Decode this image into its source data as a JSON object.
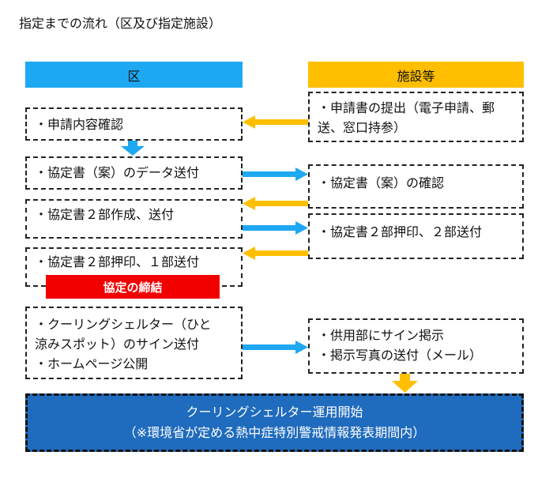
{
  "title": "指定までの流れ（区及び指定施設）",
  "headers": {
    "ku": "区",
    "shisetsu": "施設等"
  },
  "ku_steps": {
    "s1": "・申請内容確認",
    "s2": "・協定書（案）のデータ送付",
    "s3": "・協定書２部作成、送付",
    "s4": "・協定書２部押印、１部送付",
    "s5_line1": "・クーリングシェルター（ひと",
    "s5_line2": "涼みスポット）のサイン送付",
    "s5_line3": "・ホームページ公開"
  },
  "shisetsu_steps": {
    "s1_line1": "・申請書の提出（電子申請、郵",
    "s1_line2": "送、窓口持参）",
    "s2": "・協定書（案）の確認",
    "s3": "・協定書２部押印、２部送付",
    "s4_line1": "・供用部にサイン掲示",
    "s4_line2": "・掲示写真の送付（メール）"
  },
  "agreement": "協定の締結",
  "final": {
    "line1": "クーリングシェルター運用開始",
    "line2": "（※環境省が定める熱中症特別警戒情報発表期間内）"
  },
  "colors": {
    "ku_blue": "#1ea8f2",
    "shisetsu_orange": "#ffbf00",
    "agreement_red": "#f20000",
    "final_blue": "#1f6bbd"
  }
}
